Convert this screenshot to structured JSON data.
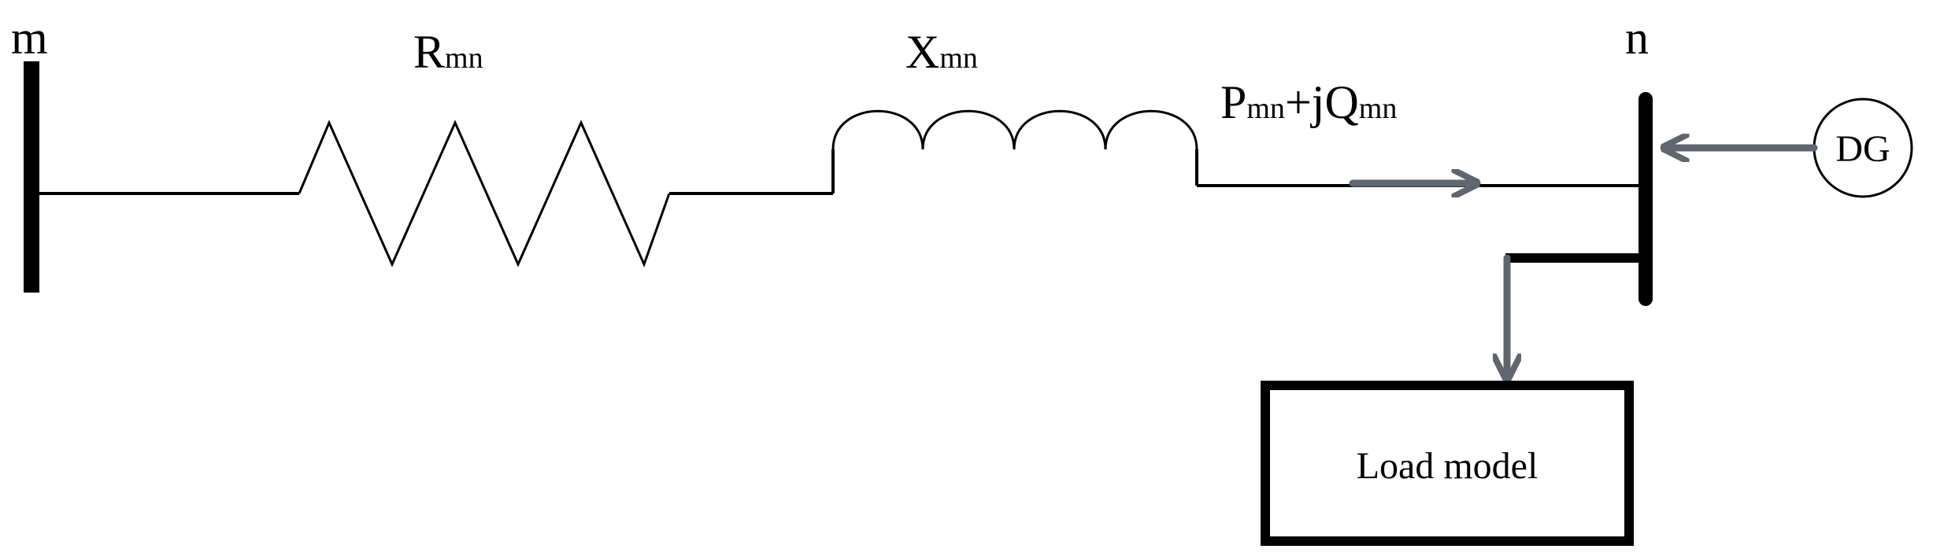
{
  "nodes": {
    "m": "m",
    "n": "n"
  },
  "resistance": {
    "symbol": "R",
    "subscript": "mn"
  },
  "reactance": {
    "symbol": "X",
    "subscript": "mn"
  },
  "power_flow": {
    "p_symbol": "P",
    "p_subscript": "mn",
    "plus_j": "+j",
    "q_symbol": "Q",
    "q_subscript": "mn"
  },
  "dg": {
    "label": "DG"
  },
  "load": {
    "label": "Load model"
  },
  "colors": {
    "line": "#000000",
    "arrow": "#5f6670",
    "background": "#ffffff"
  }
}
